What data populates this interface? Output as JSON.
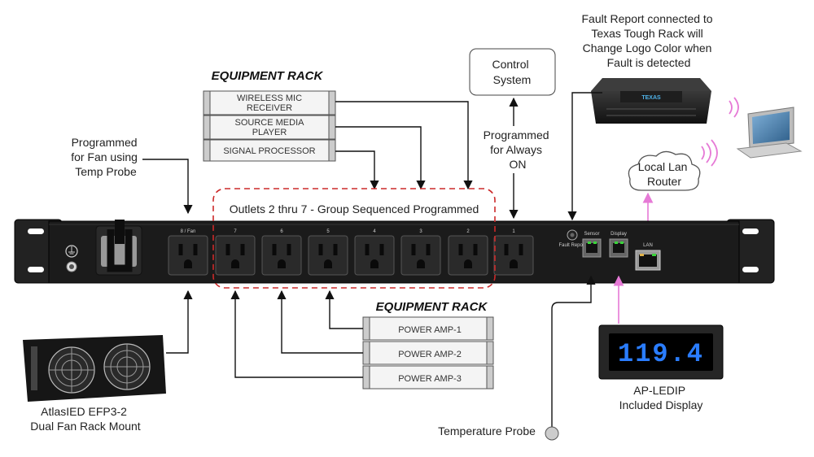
{
  "rack_top": {
    "title": "EQUIPMENT RACK",
    "units": [
      "WIRELESS MIC RECEIVER",
      "SOURCE MEDIA PLAYER",
      "SIGNAL PROCESSOR"
    ]
  },
  "rack_bottom": {
    "title": "EQUIPMENT RACK",
    "units": [
      "POWER AMP-1",
      "POWER AMP-2",
      "POWER AMP-3"
    ]
  },
  "labels": {
    "fan_program": [
      "Programmed",
      "for Fan using",
      "Temp Probe"
    ],
    "group_seq": "Outlets 2 thru 7 - Group Sequenced Programmed",
    "control_system": [
      "Control",
      "System"
    ],
    "always_on": [
      "Programmed",
      "for Always",
      "ON"
    ],
    "fault_report": [
      "Fault Report connected to",
      "Texas Tough Rack will",
      "Change Logo Color when",
      "Fault is detected"
    ],
    "router": [
      "Local Lan",
      "Router"
    ],
    "fan_mount": [
      "AtlasIED EFP3-2",
      "Dual Fan Rack Mount"
    ],
    "temp_probe": "Temperature Probe",
    "display": [
      "AP-LEDIP",
      "Included Display"
    ],
    "display_reading": "119.4"
  },
  "pdu": {
    "outlet_labels": [
      "8 / Fan",
      "7",
      "6",
      "5",
      "4",
      "3",
      "2",
      "1"
    ],
    "port_labels": [
      "Fault Report",
      "Sensor",
      "Display",
      "LAN"
    ],
    "brand_text": "TEXAS"
  },
  "colors": {
    "pdu_body": "#1b1b1b",
    "dashed_group": "#cc2a2a",
    "lan_links": "#e67ad6",
    "rack_unit": "#f4f4f4"
  }
}
